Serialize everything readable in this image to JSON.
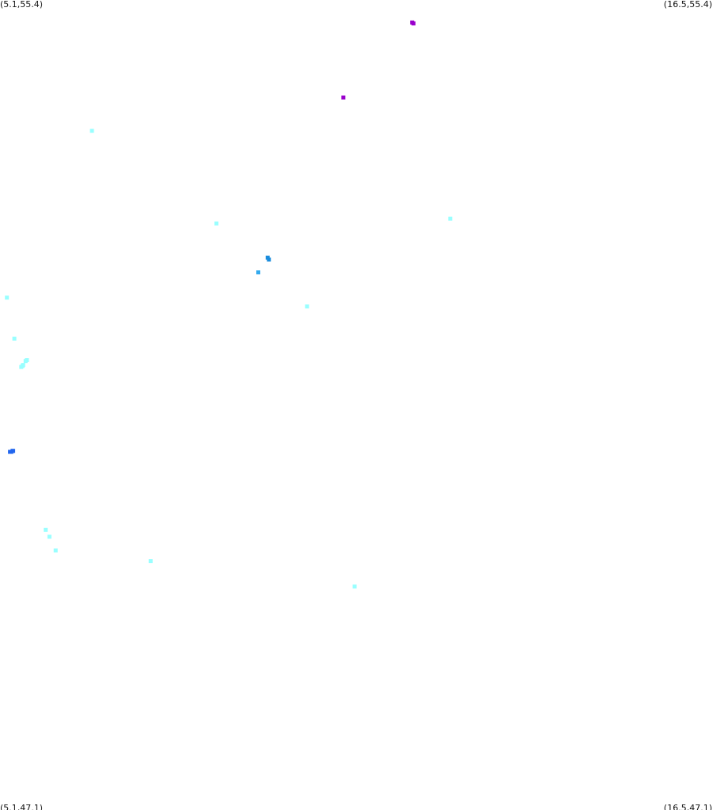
{
  "map": {
    "corners": {
      "top_left": "(5.1,55.4)",
      "top_right": "(16.5,55.4)",
      "bottom_left": "(5.1,47.1)",
      "bottom_right": "(16.5,47.1)"
    },
    "bounds": {
      "lon_min": 5.1,
      "lon_max": 16.5,
      "lat_min": 47.1,
      "lat_max": 55.4
    },
    "points": [
      {
        "lon": 11.69,
        "lat": 55.17,
        "color": "#9900cc"
      },
      {
        "lon": 11.71,
        "lat": 55.16,
        "color": "#9900cc"
      },
      {
        "lon": 10.59,
        "lat": 54.4,
        "color": "#9900cc"
      },
      {
        "lon": 6.57,
        "lat": 54.06,
        "color": "#99ffff"
      },
      {
        "lon": 8.56,
        "lat": 53.11,
        "color": "#99ffff"
      },
      {
        "lon": 12.3,
        "lat": 53.16,
        "color": "#99ffff"
      },
      {
        "lon": 9.38,
        "lat": 52.76,
        "color": "#1a8cdd"
      },
      {
        "lon": 9.4,
        "lat": 52.74,
        "color": "#1a8cdd"
      },
      {
        "lon": 9.23,
        "lat": 52.61,
        "color": "#33aaee"
      },
      {
        "lon": 5.21,
        "lat": 52.35,
        "color": "#99ffff"
      },
      {
        "lon": 10.01,
        "lat": 52.26,
        "color": "#99ffff"
      },
      {
        "lon": 5.33,
        "lat": 51.93,
        "color": "#99ffff"
      },
      {
        "lon": 5.44,
        "lat": 51.64,
        "color": "#99ffff"
      },
      {
        "lon": 5.46,
        "lat": 51.65,
        "color": "#99ffff"
      },
      {
        "lon": 5.47,
        "lat": 51.66,
        "color": "#99ffff"
      },
      {
        "lon": 5.51,
        "lat": 51.7,
        "color": "#99ffff"
      },
      {
        "lon": 5.53,
        "lat": 51.71,
        "color": "#99ffff"
      },
      {
        "lon": 5.26,
        "lat": 50.77,
        "color": "#2266ee"
      },
      {
        "lon": 5.28,
        "lat": 50.77,
        "color": "#2266ee"
      },
      {
        "lon": 5.3,
        "lat": 50.78,
        "color": "#2266ee"
      },
      {
        "lon": 5.31,
        "lat": 50.78,
        "color": "#2266ee"
      },
      {
        "lon": 5.83,
        "lat": 49.97,
        "color": "#99ffff"
      },
      {
        "lon": 5.89,
        "lat": 49.9,
        "color": "#99ffff"
      },
      {
        "lon": 5.99,
        "lat": 49.76,
        "color": "#99ffff"
      },
      {
        "lon": 7.51,
        "lat": 49.65,
        "color": "#99ffff"
      },
      {
        "lon": 10.77,
        "lat": 49.39,
        "color": "#99ffff"
      }
    ]
  }
}
